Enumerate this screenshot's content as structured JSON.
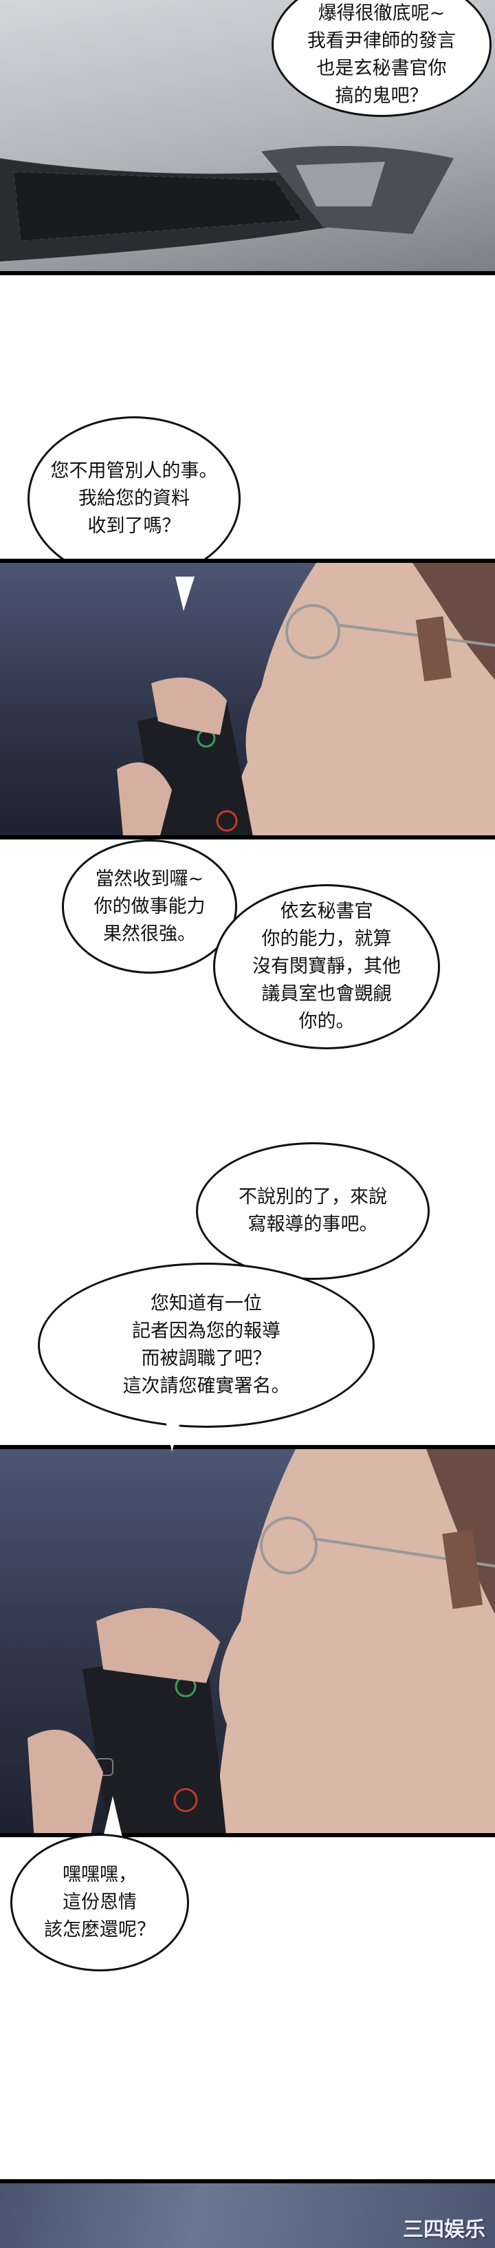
{
  "bubbles": {
    "b1": [
      "爆得很徹底呢~",
      "我看尹律師的發言",
      "也是玄秘書官你",
      "搞的鬼吧？"
    ],
    "b2": [
      "您不用管別人的事。",
      "我給您的資料",
      "收到了嗎？"
    ],
    "b3": [
      "當然收到囉~",
      "你的做事能力",
      "果然很強。"
    ],
    "b4": [
      "依玄秘書官",
      "你的能力，就算",
      "沒有閔寶靜，其他",
      "議員室也會覬覦",
      "你的。"
    ],
    "b5": [
      "不說別的了，來說",
      "寫報導的事吧。"
    ],
    "b6": [
      "您知道有一位",
      "記者因為您的報導",
      "而被調職了吧？",
      "這次請您確實署名。"
    ],
    "b7": [
      "嘿嘿嘿，",
      "這份恩情",
      "該怎麼還呢？"
    ]
  },
  "watermark": "三四娱乐",
  "colors": {
    "panel_dark": "#2c3244",
    "skin": "#d9b8a8",
    "car": "#b8bcc0"
  }
}
